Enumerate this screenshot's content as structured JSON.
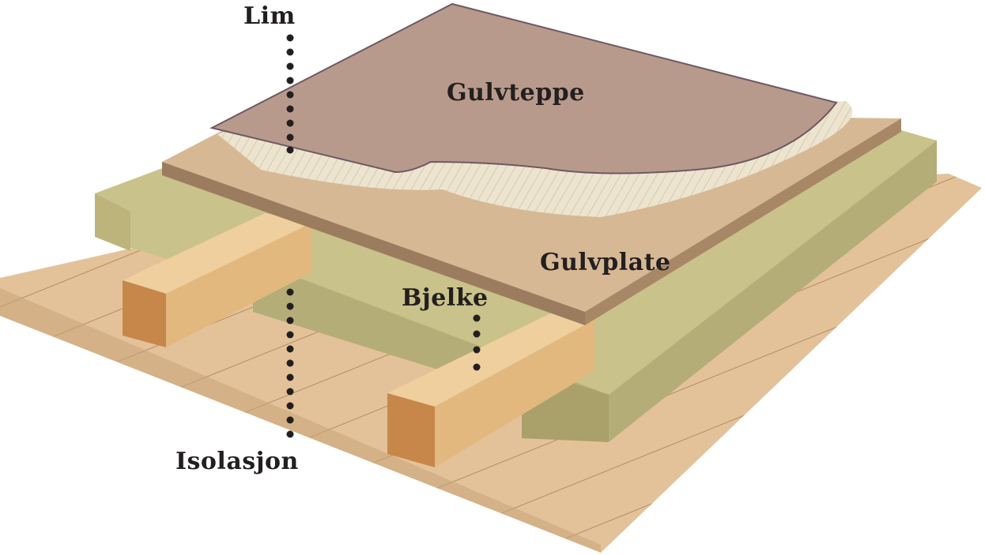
{
  "labels": {
    "lim": "Lim",
    "gulvteppe": "Gulvteppe",
    "gulvplate": "Gulvplate",
    "bjelke": "Bjelke",
    "isolasjon": "Isolasjon"
  },
  "colors": {
    "boards": "#e3c29a",
    "insulation": "#c9c28a",
    "floor_plate": "#d7b894",
    "carpet": "#b89a8c",
    "glue": "#ede6d2",
    "joist": "#e2b87f",
    "label": "#231f20"
  }
}
